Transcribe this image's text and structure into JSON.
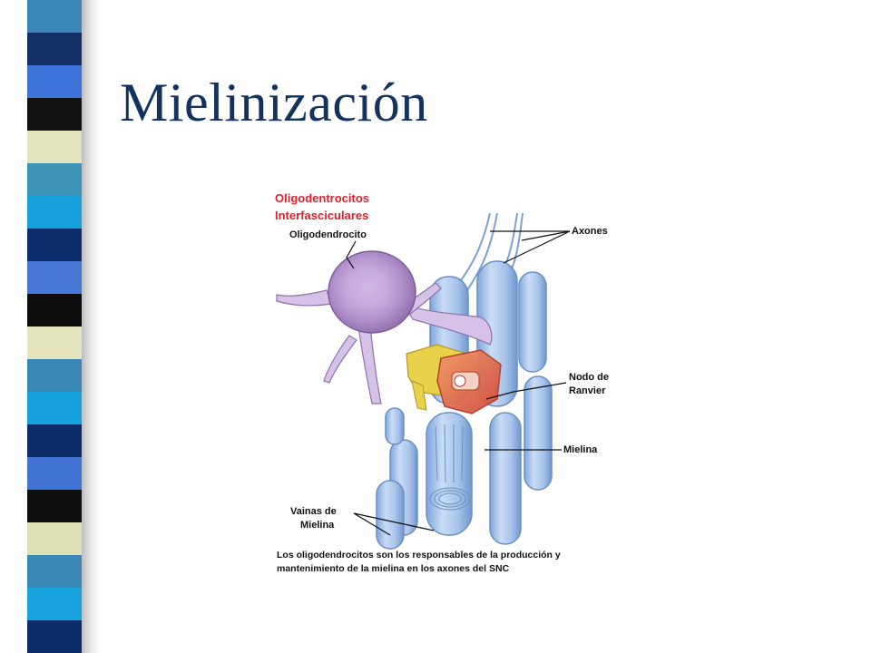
{
  "slide": {
    "title": "Mielinización"
  },
  "stripe": {
    "colors": [
      "#3a86b8",
      "#132f66",
      "#3d73d8",
      "#111111",
      "#e3e4bd",
      "#3d93b6",
      "#16a1dc",
      "#0d2c6b",
      "#4778d8",
      "#0d0d0d",
      "#e4e5be",
      "#3b88b7",
      "#15a2dc",
      "#0d2a68",
      "#4274d6",
      "#0f0f0f",
      "#dfe0b8",
      "#3a87b6",
      "#17a3dd",
      "#0c2b69"
    ]
  },
  "figure": {
    "labels": {
      "oligodendrocitos_interfasciculares_1": "Oligodentrocitos",
      "oligodendrocitos_interfasciculares_2": "Interfasciculares",
      "oligodendrocito": "Oligodendrocito",
      "axones": "Axones",
      "nodo_de_ranvier_1": "Nodo de",
      "nodo_de_ranvier_2": "Ranvier",
      "mielina": "Mielina",
      "vainas_de_mielina_1": "Vainas de",
      "vainas_de_mielina_2": "Mielina"
    },
    "caption": {
      "line1": "Los oligodendrocitos son los responsables de la producción y",
      "line2": "mantenimiento de la mielina en los axones del SNC"
    },
    "colors": {
      "heading_red": "#e0202a",
      "label_text": "#111111",
      "axon_blue": "#a9c6ec",
      "axon_outline": "#6a8fc6",
      "cell_body": "#c3a6d6",
      "cell_outline": "#7a5e9a",
      "inset_red": "#e36a4e",
      "inset_yellow": "#e8d24a"
    }
  }
}
